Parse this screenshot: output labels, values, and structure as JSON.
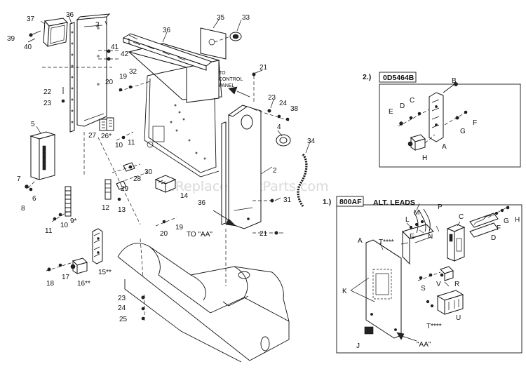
{
  "watermark": "eReplacementParts.com",
  "main_callouts": [
    "1",
    "2",
    "3",
    "4",
    "5",
    "6",
    "7",
    "8",
    "9*",
    "10",
    "11",
    "12",
    "13",
    "14",
    "15**",
    "16**",
    "17",
    "18",
    "19",
    "20",
    "21",
    "22",
    "23",
    "24",
    "25",
    "26*",
    "27",
    "28",
    "29",
    "30",
    "31",
    "32",
    "33",
    "34",
    "35",
    "36",
    "37",
    "38",
    "39",
    "40",
    "41",
    "42"
  ],
  "notes": {
    "to_control_panel": [
      "TO",
      "CONTROL",
      "PANEL"
    ],
    "to_aa": "TO \"AA\""
  },
  "inset_2": {
    "tag_number": "2.)",
    "tag_label": "0D5464B",
    "letters": [
      "A",
      "B",
      "C",
      "D",
      "E",
      "F",
      "G",
      "H"
    ]
  },
  "inset_1": {
    "tag_number": "1.)",
    "tag_label": "800AF",
    "alt_leads": "ALT. LEADS",
    "aa": "\"AA\"",
    "letters": [
      "A",
      "C",
      "D",
      "E",
      "F",
      "G",
      "H",
      "J",
      "K",
      "L",
      "M",
      "N",
      "P",
      "R",
      "S",
      "T****",
      "T****",
      "U",
      "V"
    ]
  }
}
